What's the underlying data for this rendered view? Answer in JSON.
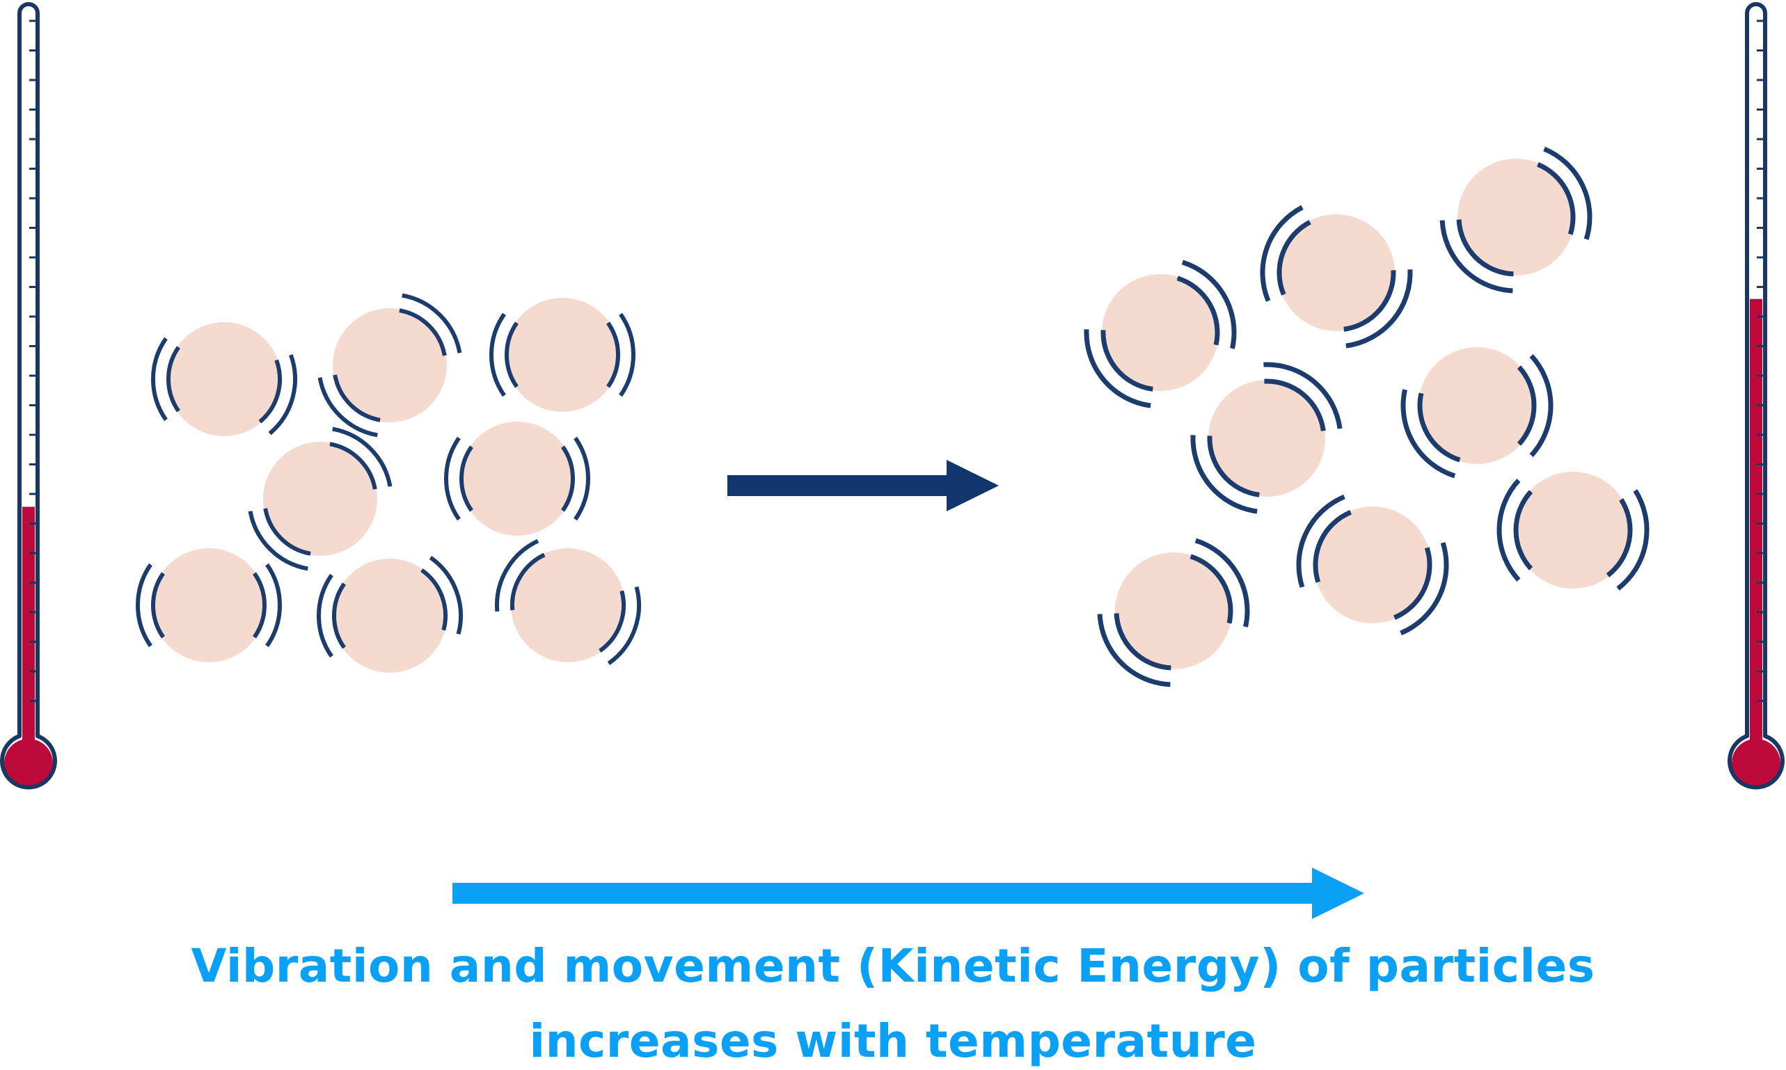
{
  "caption": {
    "line1": "Vibration and movement (Kinetic Energy) of particles",
    "line2": "increases with temperature"
  },
  "colors": {
    "particle": "#f5dad0",
    "vibration": "#1c3c6d",
    "thermometer_outline": "#1a3663",
    "mercury": "#be0a3a",
    "process_arrow": "#11356d",
    "trend_arrow": "#0aa0f5",
    "caption_text": "#0aa0f5"
  },
  "thermometers": {
    "cold": {
      "fill_fraction": 0.32
    },
    "hot": {
      "fill_fraction": 0.61
    }
  },
  "icons": {
    "process_arrow": "right-arrow-icon",
    "trend_arrow": "right-arrow-icon",
    "thermometer": "thermometer-icon"
  }
}
